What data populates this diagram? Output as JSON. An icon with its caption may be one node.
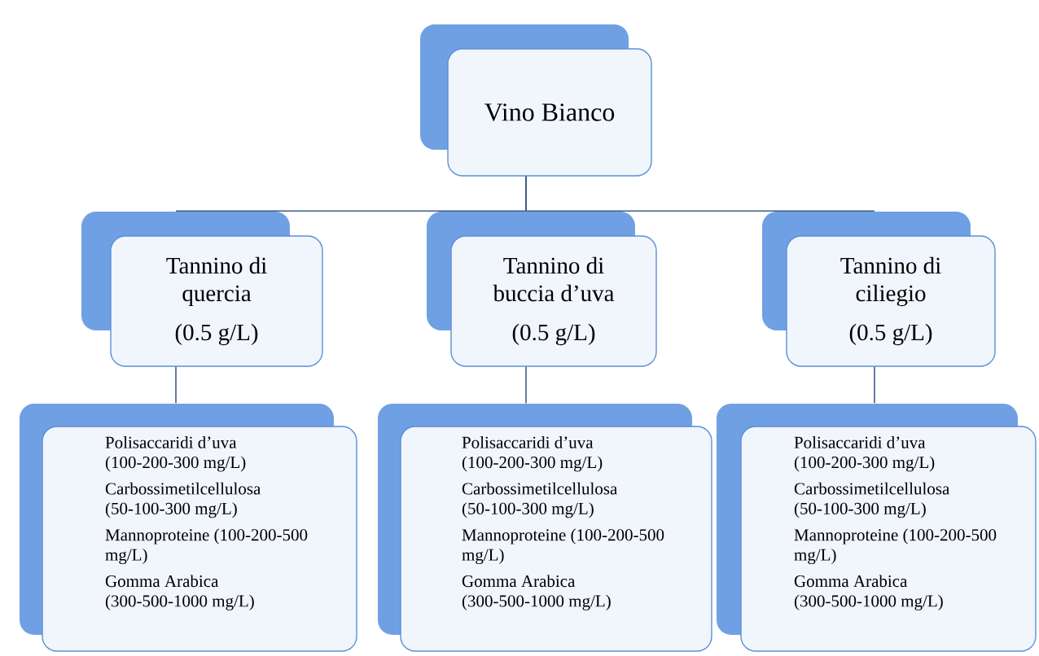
{
  "diagram": {
    "nodes": [
      {
        "text": [
          "Vino Bianco"
        ]
      },
      {
        "text": [
          "Tannino di quercia",
          "(0.5 g/L)"
        ]
      },
      {
        "text": [
          "Tannino di buccia d’uva",
          "(0.5 g/L)"
        ]
      },
      {
        "text": [
          "Tannino di ciliegio",
          "(0.5 g/L)"
        ]
      },
      {
        "text": [
          "Polisaccaridi d’uva (100-200-300 mg/L)",
          "Carbossimetilcellulosa (50-100-300 mg/L)",
          "Mannoproteine (100-200-500 mg/L)",
          "Gomma Arabica (300-500-1000 mg/L)"
        ]
      },
      {
        "text": [
          "Polisaccaridi d’uva (100-200-300 mg/L)",
          "Carbossimetilcellulosa (50-100-300 mg/L)",
          "Mannoproteine (100-200-500 mg/L)",
          "Gomma Arabica (300-500-1000 mg/L)"
        ]
      },
      {
        "text": [
          "Polisaccaridi d’uva (100-200-300 mg/L)",
          "Carbossimetilcellulosa (50-100-300 mg/L)",
          "Mannoproteine (100-200-500 mg/L)",
          "Gomma Arabica (300-500-1000 mg/L)"
        ]
      }
    ],
    "edges": [
      {
        "from": 0,
        "to": 1,
        "arrow": "none"
      },
      {
        "from": 0,
        "to": 2,
        "arrow": "none"
      },
      {
        "from": 0,
        "to": 3,
        "arrow": "none"
      },
      {
        "from": 1,
        "to": 4,
        "arrow": "none"
      },
      {
        "from": 2,
        "to": 5,
        "arrow": "none"
      },
      {
        "from": 3,
        "to": 6,
        "arrow": "none"
      }
    ]
  }
}
